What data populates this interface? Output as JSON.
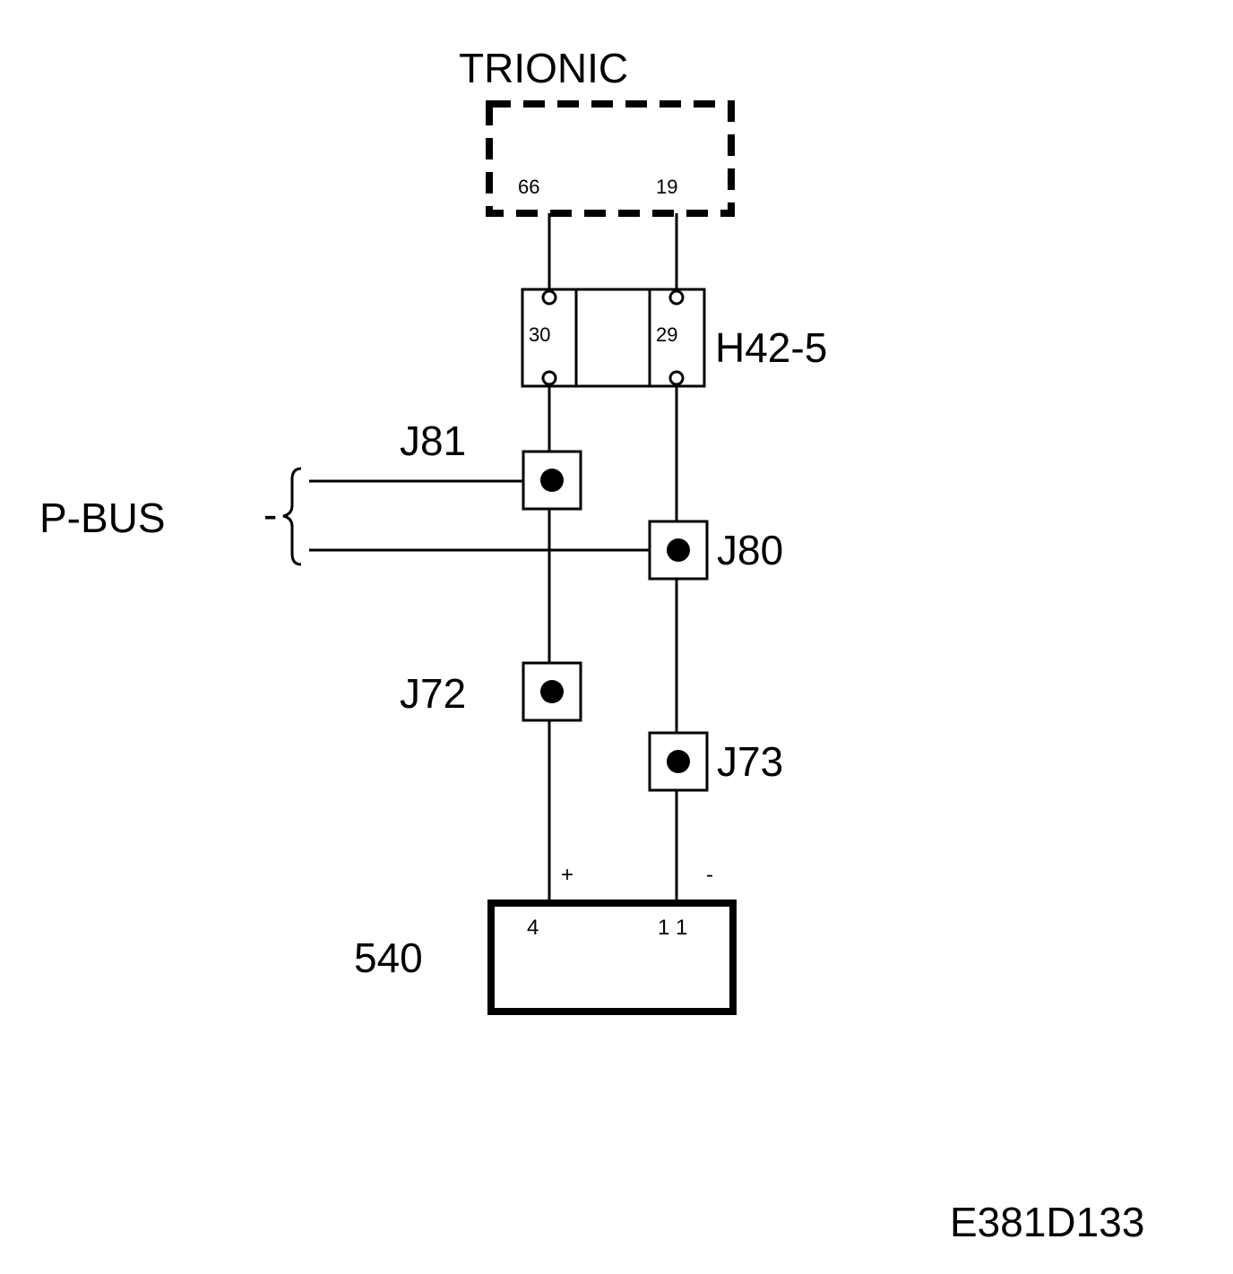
{
  "ecu": {
    "name": "TRIONIC",
    "pins": [
      "66",
      "19"
    ]
  },
  "connector": {
    "name": "H42-5",
    "pins": [
      "30",
      "29"
    ]
  },
  "bus": {
    "name": "P-BUS",
    "dash": "-"
  },
  "junctions": [
    "J81",
    "J80",
    "J72",
    "J73"
  ],
  "module": {
    "name": "540",
    "pins": [
      "4",
      "1 1"
    ],
    "polarity": [
      "+",
      "-"
    ]
  },
  "figure_id": "E381D133"
}
